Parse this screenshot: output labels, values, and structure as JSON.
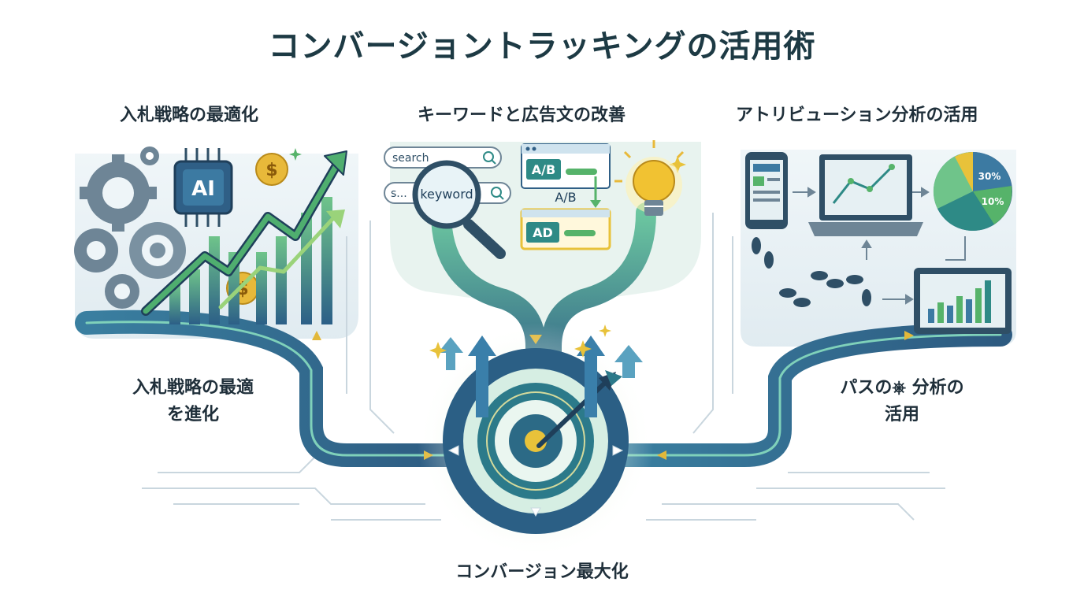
{
  "title": "コンバージョントラッキングの活用術",
  "sections": {
    "left": {
      "heading": "入札戦略の最適化",
      "side_label_line1": "入札戦略の最適",
      "side_label_line2": "を進化"
    },
    "middle": {
      "heading": "キーワードと広告文の改善"
    },
    "right": {
      "heading": "アトリビューション分析の活用",
      "side_label_line1": "パスの⎈ 分析の",
      "side_label_line2": "活用"
    }
  },
  "bottom_label": "コンバージョン最大化",
  "graphics": {
    "ai_chip_label": "AI",
    "coin_symbol": "$",
    "search_text": "search",
    "search_text_short": "s...",
    "keyword_text": "keyword",
    "ab_label_box": "A/B",
    "ab_label": "A/B",
    "ad_label": "AD",
    "pie_labels": [
      "30%",
      "10%"
    ]
  },
  "icons": [
    "gear-icon",
    "ai-chip-icon",
    "coin-icon",
    "growth-arrow-icon",
    "search-bar-icon",
    "magnifier-icon",
    "lightbulb-icon",
    "smartphone-icon",
    "laptop-icon",
    "pie-chart-icon",
    "tablet-chart-icon",
    "footprints-icon",
    "target-icon",
    "arrow-up-icon",
    "sparkle-icon"
  ],
  "colors": {
    "title": "#1d3a44",
    "deep_blue": "#2f5f86",
    "teal": "#2e8a86",
    "green": "#56b36a",
    "gold": "#e8c23a",
    "light_bg": "#e6f0f3"
  }
}
